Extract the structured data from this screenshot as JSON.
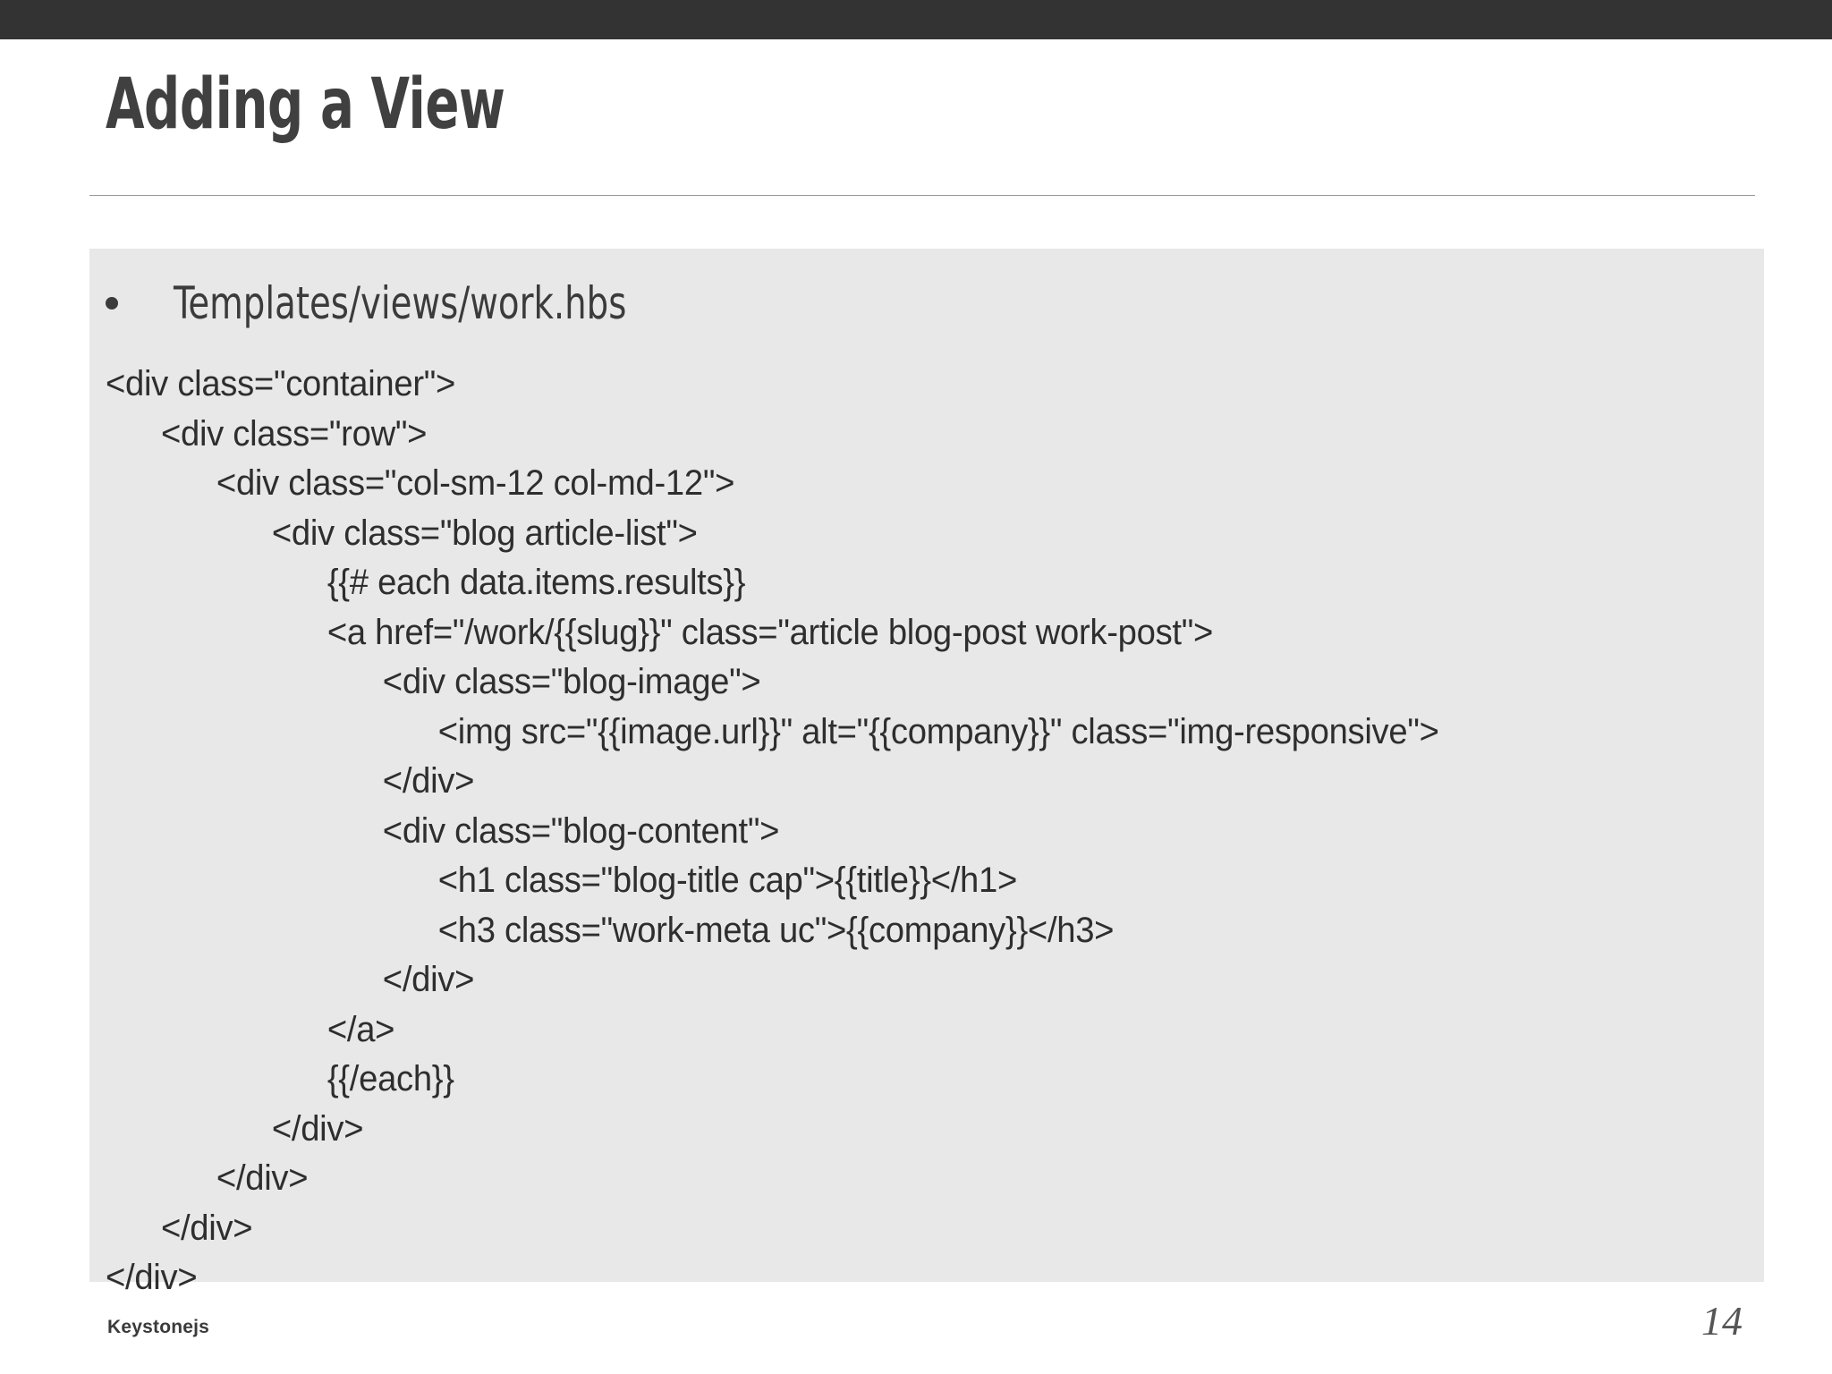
{
  "slide": {
    "title": "Adding a View",
    "bullet": {
      "marker": "bullet-dot",
      "text": "Templates/views/work.hbs"
    },
    "code_lines": [
      "<div class=\"container\">",
      "      <div class=\"row\">",
      "            <div class=\"col-sm-12 col-md-12\">",
      "                  <div class=\"blog article-list\">",
      "                        {{# each data.items.results}}",
      "                        <a href=\"/work/{{slug}}\" class=\"article blog-post work-post\">",
      "                              <div class=\"blog-image\">",
      "                                    <img src=\"{{image.url}}\" alt=\"{{company}}\" class=\"img-responsive\">",
      "                              </div>",
      "                              <div class=\"blog-content\">",
      "                                    <h1 class=\"blog-title cap\">{{title}}</h1>",
      "                                    <h3 class=\"work-meta uc\">{{company}}</h3>",
      "                              </div>",
      "                        </a>",
      "                        {{/each}}",
      "                  </div>",
      "            </div>",
      "      </div>",
      "</div>"
    ],
    "footer": {
      "label": "Keystonejs",
      "page_number": "14"
    },
    "colors": {
      "top_band": "#333333",
      "title_text": "#404040",
      "panel_background": "#e9e8e8",
      "code_text": "#2e2e2e",
      "rule": "#9a9a9a",
      "page_background": "#ffffff"
    }
  }
}
